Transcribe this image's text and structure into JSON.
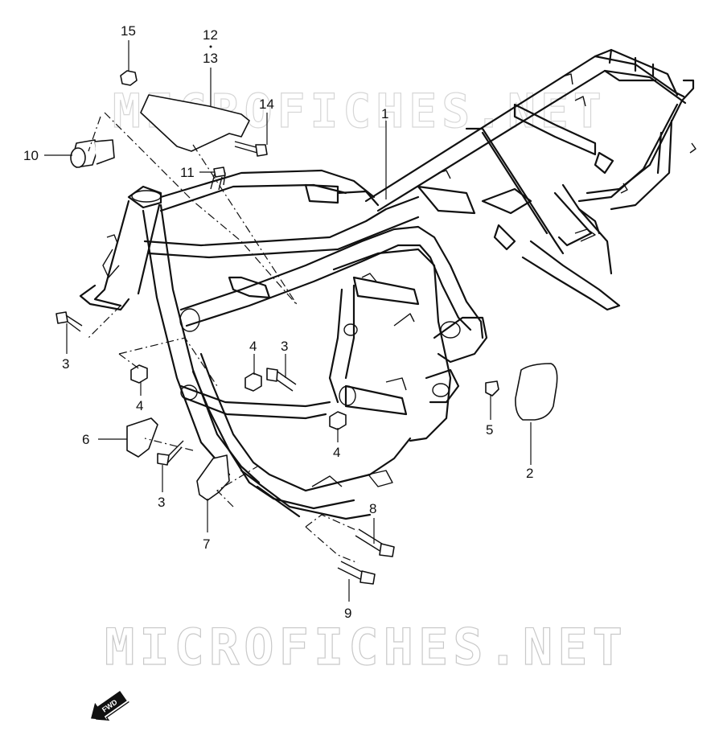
{
  "watermark": {
    "text": "MICROFICHES.NET"
  },
  "direction_marker": {
    "label": "FWD"
  },
  "callouts": {
    "c1": "1",
    "c2": "2",
    "c3a": "3",
    "c3b": "3",
    "c3c": "3",
    "c4a": "4",
    "c4b": "4",
    "c4c": "4",
    "c5": "5",
    "c6": "6",
    "c7": "7",
    "c8": "8",
    "c9": "9",
    "c10": "10",
    "c11": "11",
    "c12": "12",
    "c13": "13",
    "c14": "14",
    "c15": "15"
  },
  "colors": {
    "line": "#111111",
    "watermark": "#c9c9c9",
    "background": "#ffffff"
  }
}
